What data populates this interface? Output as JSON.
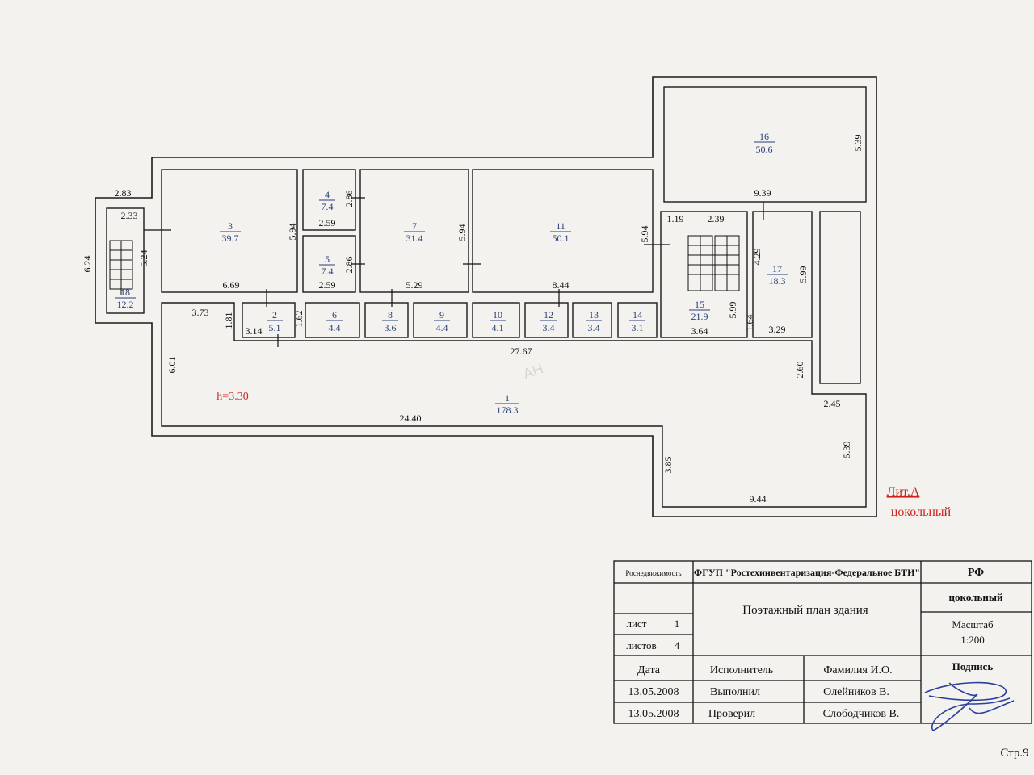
{
  "plan": {
    "height_label": "h=3.30",
    "watermark": "AH",
    "letter": "Лит.А",
    "floor": "цокольный",
    "rooms": [
      {
        "no": "1",
        "area": "178.3"
      },
      {
        "no": "2",
        "area": "5.1"
      },
      {
        "no": "3",
        "area": "39.7"
      },
      {
        "no": "4",
        "area": "7.4"
      },
      {
        "no": "5",
        "area": "7.4"
      },
      {
        "no": "6",
        "area": "4.4"
      },
      {
        "no": "7",
        "area": "31.4"
      },
      {
        "no": "8",
        "area": "3.6"
      },
      {
        "no": "9",
        "area": "4.4"
      },
      {
        "no": "10",
        "area": "4.1"
      },
      {
        "no": "11",
        "area": "50.1"
      },
      {
        "no": "12",
        "area": "3.4"
      },
      {
        "no": "13",
        "area": "3.4"
      },
      {
        "no": "14",
        "area": "3.1"
      },
      {
        "no": "15",
        "area": "21.9"
      },
      {
        "no": "16",
        "area": "50.6"
      },
      {
        "no": "17",
        "area": "18.3"
      },
      {
        "no": "18",
        "area": "12.2"
      }
    ],
    "dims": [
      "2.83",
      "2.33",
      "6.24",
      "5.24",
      "6.69",
      "5.94",
      "2.86",
      "2.59",
      "2.86",
      "2.59",
      "5.29",
      "5.94",
      "8.44",
      "5.94",
      "1.19",
      "2.39",
      "9.39",
      "4.29",
      "5.99",
      "5.39",
      "3.73",
      "1.81",
      "3.14",
      "1.62",
      "3.64",
      "5.99",
      "1.64",
      "3.29",
      "27.67",
      "6.01",
      "2.60",
      "2.45",
      "24.40",
      "3.85",
      "5.39",
      "9.44"
    ]
  },
  "title_block": {
    "agency": "Роснедвижимость",
    "org": "ФГУП \"Ростехинвентаризация-Федеральное БТИ\"",
    "country": "РФ",
    "floor": "цокольный",
    "doc_title": "Поэтажный план здания",
    "sheet_label": "лист",
    "sheet": "1",
    "sheets_label": "листов",
    "sheets": "4",
    "scale_label": "Масштаб",
    "scale": "1:200",
    "headers": [
      "Дата",
      "Исполнитель",
      "Фамилия И.О.",
      "Подпись"
    ],
    "rows": [
      [
        "13.05.2008",
        "Выполнил",
        "Олейников В."
      ],
      [
        "13.05.2008",
        "Проверил",
        "Слободчиков В."
      ]
    ]
  },
  "page_number": "Стр.9"
}
